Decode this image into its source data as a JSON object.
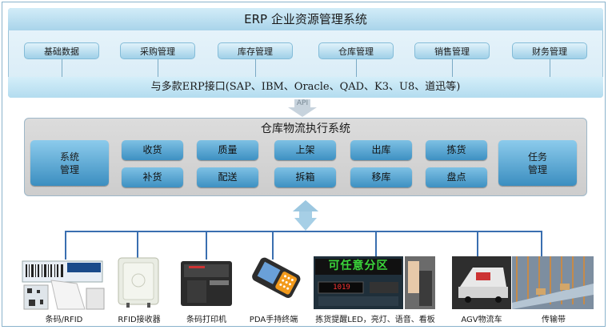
{
  "erp": {
    "title": "ERP 企业资源管理系统",
    "modules": [
      "基础数据",
      "采购管理",
      "库存管理",
      "仓库管理",
      "销售管理",
      "财务管理"
    ],
    "interface": "与多款ERP接口(SAP、IBM、Oracle、QAD、K3、U8、道迅等)"
  },
  "api_label": "API",
  "wms": {
    "title": "仓库物流执行系统",
    "left_block": "系统\n管理",
    "right_block": "任务\n管理",
    "row1": [
      "收货",
      "质量",
      "上架",
      "出库",
      "拣货"
    ],
    "row2": [
      "补货",
      "配送",
      "拆箱",
      "移库",
      "盘点"
    ]
  },
  "led_text": "可任意分区",
  "devices": [
    {
      "label": "条码/RFID",
      "icon": "barcode-label-icon"
    },
    {
      "label": "RFID接收器",
      "icon": "rfid-reader-icon"
    },
    {
      "label": "条码打印机",
      "icon": "barcode-printer-icon"
    },
    {
      "label": "PDA手持终端",
      "icon": "pda-terminal-icon"
    },
    {
      "label": "拣货提醒LED，亮灯、语音、看板",
      "icon": "led-board-icon"
    },
    {
      "label": "AGV物流车",
      "icon": "agv-vehicle-icon"
    },
    {
      "label": "传输带",
      "icon": "conveyor-icon"
    }
  ],
  "colors": {
    "accent": "#3d90c2",
    "line": "#3a6fb0"
  }
}
